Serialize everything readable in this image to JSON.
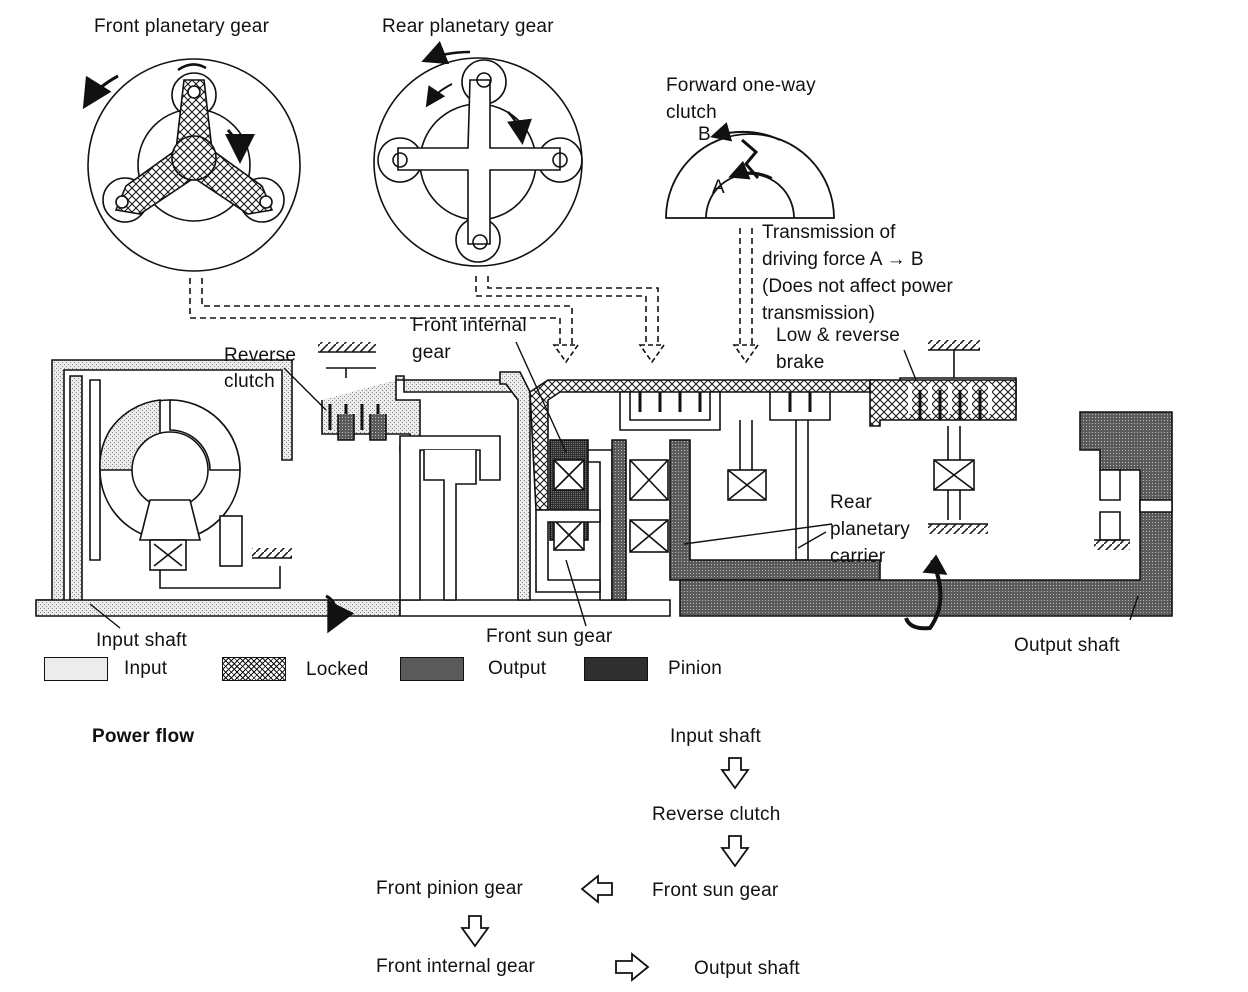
{
  "titles": {
    "front_planetary": "Front planetary gear",
    "rear_planetary": "Rear planetary gear"
  },
  "one_way_clutch": {
    "title_line1": "Forward one-way",
    "title_line2": "clutch",
    "point_a": "A",
    "point_b": "B",
    "note_line1": "Transmission of",
    "note_line2": "driving force A",
    "note_line2_end": "B",
    "note_line3": "(Does not affect power",
    "note_line4": "transmission)"
  },
  "labels": {
    "front_internal_gear_line1": "Front internal",
    "front_internal_gear_line2": "gear",
    "reverse_clutch_line1": "Reverse",
    "reverse_clutch_line2": "clutch",
    "low_reverse_brake_line1": "Low & reverse",
    "low_reverse_brake_line2": "brake",
    "rear_carrier_line1": "Rear",
    "rear_carrier_line2": "planetary",
    "rear_carrier_line3": "carrier",
    "input_shaft": "Input shaft",
    "front_sun_gear": "Front sun gear",
    "output_shaft": "Output shaft"
  },
  "legend": {
    "input": "Input",
    "locked": "Locked",
    "output": "Output",
    "pinion": "Pinion"
  },
  "power_flow": {
    "heading": "Power flow",
    "step1": "Input shaft",
    "step2": "Reverse clutch",
    "step3": "Front sun gear",
    "step4": "Front pinion gear",
    "step5": "Front internal gear",
    "step6": "Output shaft"
  }
}
